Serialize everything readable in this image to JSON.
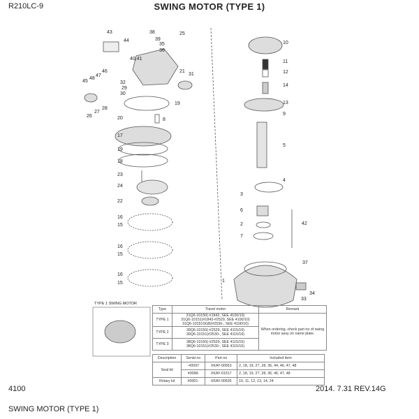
{
  "header": {
    "model": "R210LC-9",
    "title": "SWING MOTOR (TYPE 1)"
  },
  "callouts_left": [
    "43",
    "38",
    "25",
    "39",
    "44",
    "35",
    "36",
    "40,41",
    "46",
    "47",
    "48",
    "45",
    "21",
    "31",
    "32",
    "29",
    "30",
    "28",
    "27",
    "26",
    "19",
    "20",
    "8",
    "17",
    "19",
    "18",
    "23",
    "24",
    "22",
    "16",
    "15",
    "16",
    "15",
    "16",
    "15"
  ],
  "callouts_right": [
    "10",
    "11",
    "12",
    "14",
    "13",
    "9",
    "5",
    "4",
    "3",
    "6",
    "2",
    "42",
    "7",
    "37",
    "1",
    "34",
    "33"
  ],
  "inset": {
    "label": "TYPE 1 SWING MOTOR"
  },
  "type_table": {
    "headers": [
      "Type",
      "Travel motor",
      "Remark"
    ],
    "rows": [
      {
        "type": "TYPE 1",
        "motor": [
          "31Q6-10150(-#1842, SEE 4100/10)",
          "31Q6-10151(#1843-#2529, SEE 4100/10)",
          "31Q6-10151SGB(#2530-, SEE 4100/10)"
        ]
      },
      {
        "type": "TYPE 2",
        "motor": [
          "39Q6-10150(-#2529, SEE 4115/16)",
          "39Q6-10151(#2530-, SEE 4115/16)"
        ]
      },
      {
        "type": "TYPE 3",
        "motor": [
          "38Q6-10150(-#2529, SEE 4115/16)",
          "38Q6-10151(#2530-, SEE 4115/16)"
        ]
      }
    ],
    "remark": "When ordering, check part no of swing motor assy on name plate."
  },
  "kit_table": {
    "headers": [
      "Description",
      "Serial no",
      "Part no",
      "Included item"
    ],
    "rows": [
      {
        "desc": "Seal kit",
        "serial": "-#0097",
        "part": "XKAY-00553",
        "items": "2, 18, 19, 27, 28, 36, 44, 46, 47, 48"
      },
      {
        "serial": "#0098-",
        "part": "XKAY-01517",
        "items": "2, 18, 19, 27, 28, 36, 46, 47, 48"
      },
      {
        "desc": "Rotary kit",
        "serial": "#0001-",
        "part": "XKAY-00635",
        "items": "10, 11, 12, 13, 14, 24"
      }
    ]
  },
  "footer": {
    "page": "4100",
    "revision": "2014. 7.31  REV.14G",
    "caption": "SWING MOTOR (TYPE 1)"
  }
}
